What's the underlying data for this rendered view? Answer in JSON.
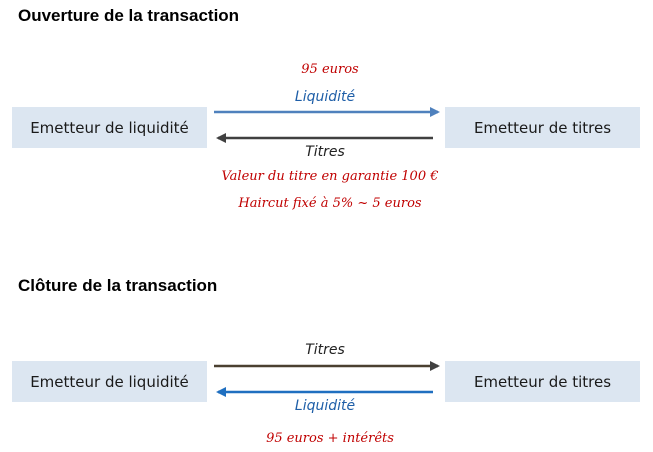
{
  "section1": {
    "title": "Ouverture de la transaction",
    "left_box": "Emetteur de liquidité",
    "right_box": "Emetteur de titres",
    "top_note": "95 euros",
    "arrow_top_label": "Liquidité",
    "arrow_bottom_label": "Titres",
    "note_line1": "Valeur du titre en garantie 100 €",
    "note_line2": "Haircut fixé à 5% ~ 5 euros"
  },
  "section2": {
    "title": "Clôture de la transaction",
    "left_box": "Emetteur de liquidité",
    "right_box": "Emetteur de titres",
    "arrow_top_label": "Titres",
    "arrow_bottom_label": "Liquidité",
    "bottom_note": "95 euros + intérêts"
  },
  "colors": {
    "box_fill": "#dce6f1",
    "blue_arrow": "#4f81bd",
    "dark_arrow": "#404040",
    "note_red": "#c00000",
    "blue_label": "#1f5fa8"
  }
}
